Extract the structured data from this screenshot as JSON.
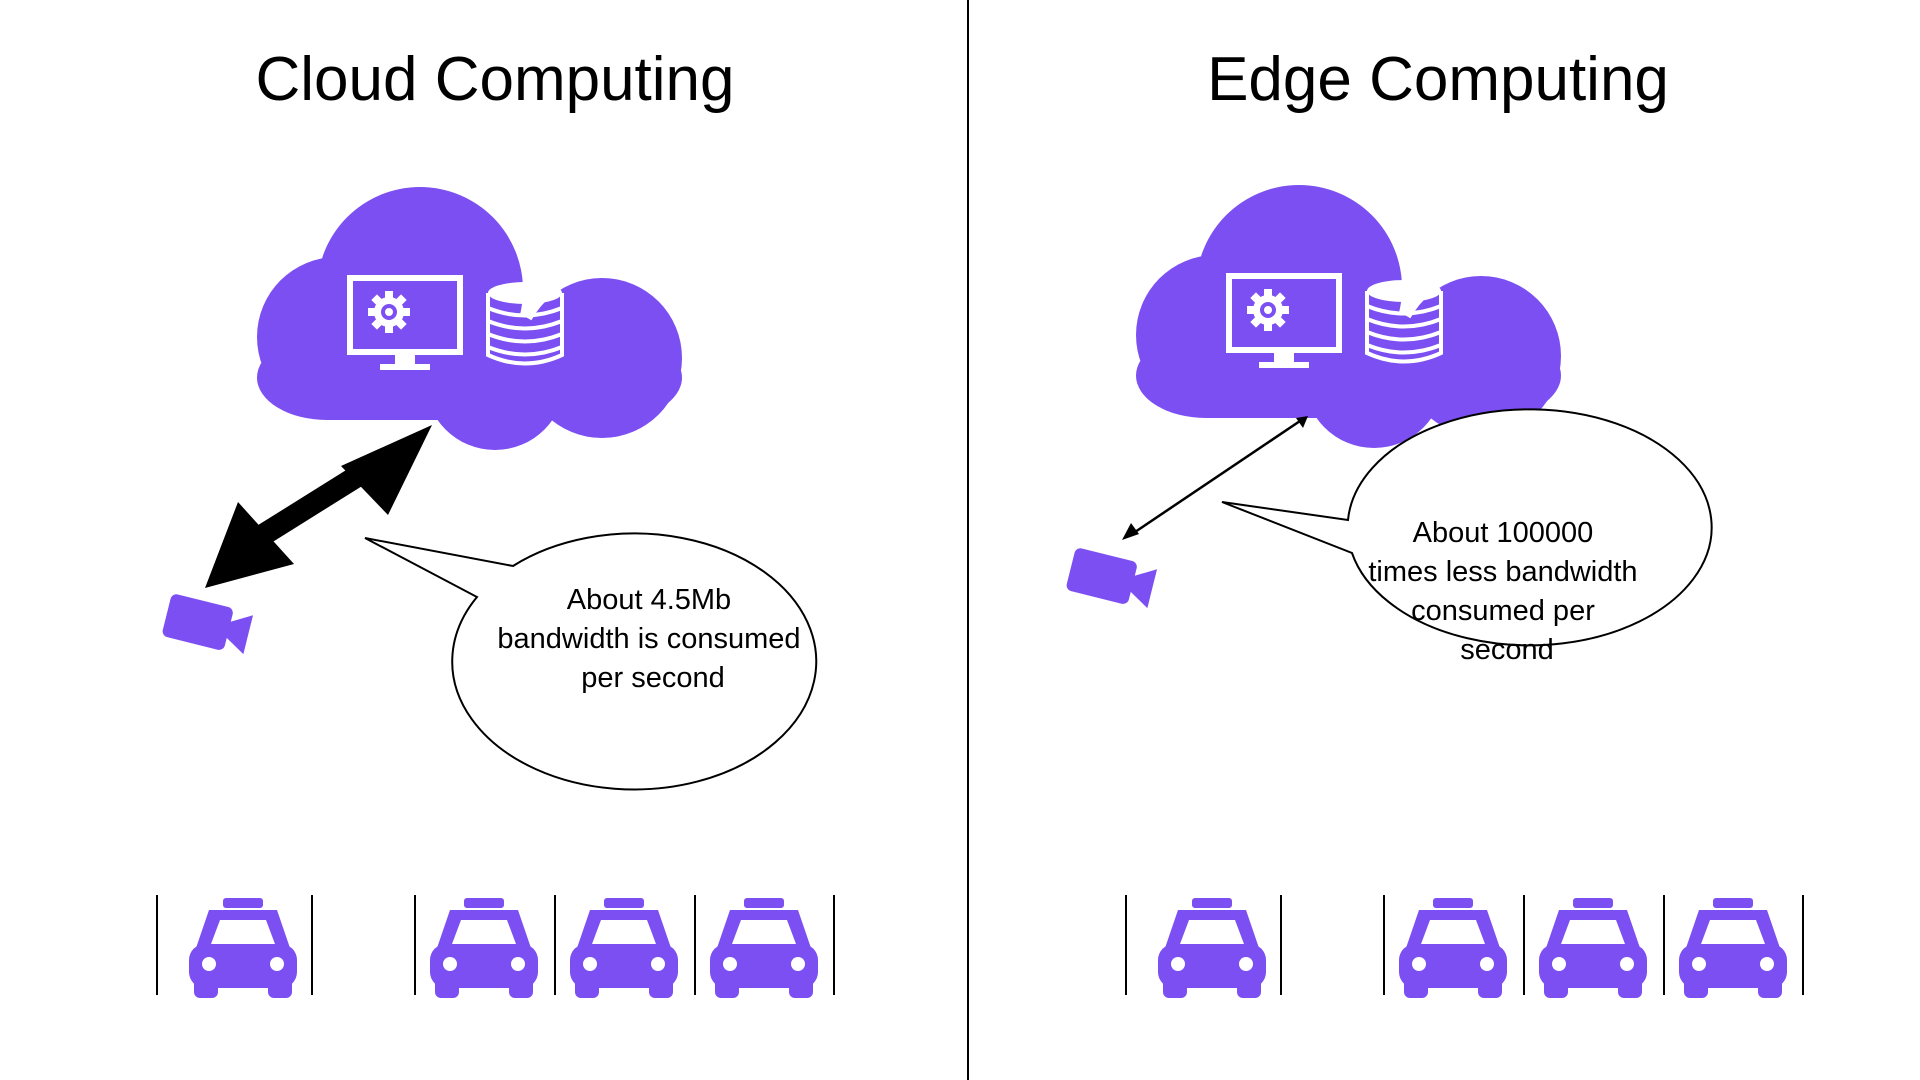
{
  "colors": {
    "accent": "#7c4ff2",
    "line": "#000000",
    "background": "#ffffff"
  },
  "icons": [
    "cloud-icon",
    "monitor-gear-icon",
    "database-icon",
    "video-camera-icon",
    "taxi-icon"
  ],
  "cloud_panel": {
    "title": "Cloud Computing",
    "bubble_lines": [
      "About 4.5Mb",
      "bandwidth is consumed",
      "per second"
    ],
    "link": "thick double-headed arrow between camera and cloud"
  },
  "edge_panel": {
    "title": "Edge Computing",
    "bubble_lines": [
      "About 100000",
      "times less bandwidth",
      "consumed per",
      "second"
    ],
    "link": "thin double-headed arrow between camera and cloud"
  },
  "taxi_groups": {
    "first_group_count": 1,
    "second_group_count": 3
  }
}
